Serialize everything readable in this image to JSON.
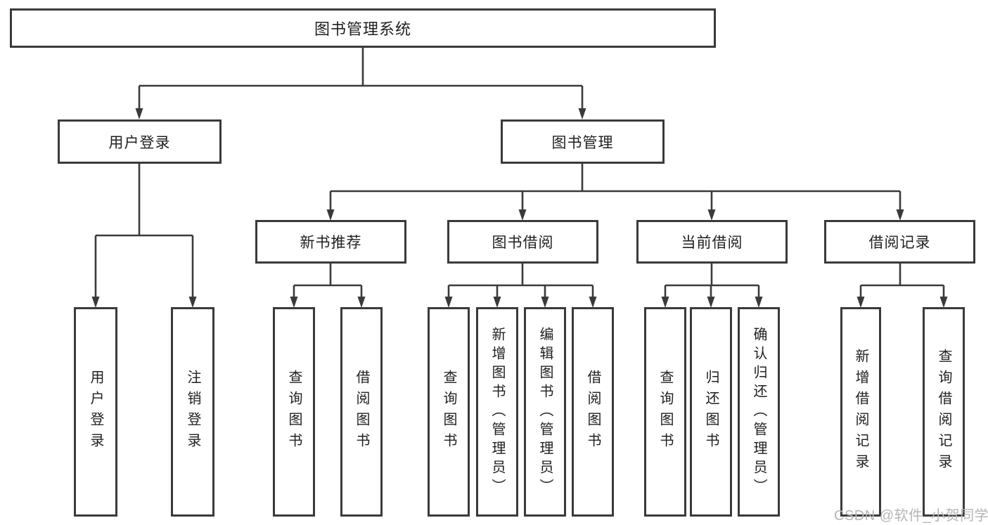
{
  "tree": {
    "label": "图书管理系统",
    "children": [
      {
        "label": "用户登录",
        "children": [
          {
            "label": "用户登录"
          },
          {
            "label": "注销登录"
          }
        ]
      },
      {
        "label": "图书管理",
        "children": [
          {
            "label": "新书推荐",
            "children": [
              {
                "label": "查询图书"
              },
              {
                "label": "借阅图书"
              }
            ]
          },
          {
            "label": "图书借阅",
            "children": [
              {
                "label": "查询图书"
              },
              {
                "label": "新增图书（管理员）"
              },
              {
                "label": "编辑图书（管理员）"
              },
              {
                "label": "借阅图书"
              }
            ]
          },
          {
            "label": "当前借阅",
            "children": [
              {
                "label": "查询图书"
              },
              {
                "label": "归还图书"
              },
              {
                "label": "确认归还（管理员）"
              }
            ]
          },
          {
            "label": "借阅记录",
            "children": [
              {
                "label": "新增借阅记录"
              },
              {
                "label": "查询借阅记录"
              }
            ]
          }
        ]
      }
    ]
  },
  "watermark": {
    "text": "CSDN @软件_小贺同学"
  },
  "colors": {
    "line": "#3a3a3a",
    "box_border": "#3a3a3a",
    "text": "#1f1f1f",
    "watermark": "#b5b5b5",
    "background": "#ffffff"
  }
}
